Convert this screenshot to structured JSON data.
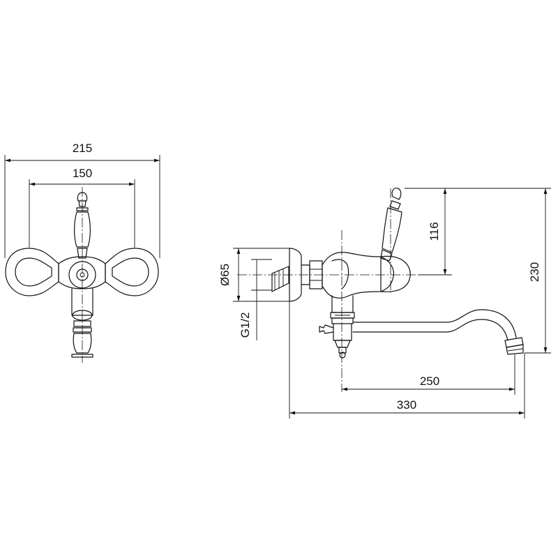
{
  "drawing": {
    "front_view": {
      "overall_width": "215",
      "center_distance": "150"
    },
    "side_view": {
      "flange_diameter": "Ø65",
      "connection_thread": "G1/2",
      "handle_height": "116",
      "total_height": "230",
      "spout_reach": "250",
      "total_depth": "330"
    }
  }
}
